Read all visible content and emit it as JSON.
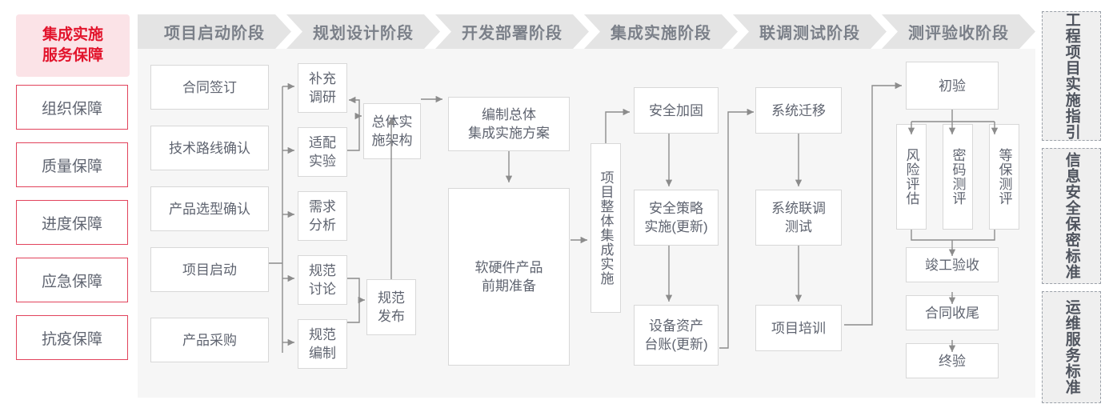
{
  "colors": {
    "accent_red": "#e2142c",
    "accent_red_border": "#e2435c",
    "pink_bg": "#fbe3e7",
    "stage_head_bg": "#e4e4e4",
    "stage_head_text": "#7b8089",
    "stage_body_bg": "#f6f6f6",
    "node_border": "#d8d8d8",
    "node_text": "#5f6470",
    "connector": "#8c8c8c",
    "std_border": "#9aa0a8",
    "std_bg": "#efefef"
  },
  "left_sidebar": {
    "title_lines": [
      "集成实施",
      "服务保障"
    ],
    "items": [
      {
        "label": "组织保障"
      },
      {
        "label": "质量保障"
      },
      {
        "label": "进度保障"
      },
      {
        "label": "应急保障"
      },
      {
        "label": "抗疫保障"
      }
    ]
  },
  "stages": [
    {
      "id": "stage-project-start",
      "header": "项目启动阶段",
      "nodes": [
        {
          "id": "contract-signing",
          "label": "合同签订"
        },
        {
          "id": "tech-route-confirm",
          "label": "技术路线确认"
        },
        {
          "id": "product-selection-confirm",
          "label": "产品选型确认"
        },
        {
          "id": "project-kickoff",
          "label": "项目启动"
        },
        {
          "id": "product-procurement",
          "label": "产品采购"
        }
      ]
    },
    {
      "id": "stage-planning-design",
      "header": "规划设计阶段",
      "nodes": [
        {
          "id": "supplementary-research",
          "label": "补充\n调研"
        },
        {
          "id": "adaptation-experiment",
          "label": "适配\n实验"
        },
        {
          "id": "requirement-analysis",
          "label": "需求\n分析"
        },
        {
          "id": "spec-discussion",
          "label": "规范\n讨论"
        },
        {
          "id": "spec-drafting",
          "label": "规范\n编制"
        },
        {
          "id": "overall-implementation-architecture",
          "label": "总体实\n施架构"
        },
        {
          "id": "spec-release",
          "label": "规范\n发布"
        }
      ]
    },
    {
      "id": "stage-dev-deploy",
      "header": "开发部署阶段",
      "nodes": [
        {
          "id": "compile-overall-integration-plan",
          "label": "编制总体\n集成实施方案"
        },
        {
          "id": "hw-sw-product-preparation",
          "label": "软硬件产品\n前期准备"
        }
      ]
    },
    {
      "id": "stage-integration-impl",
      "header": "集成实施阶段",
      "nodes": [
        {
          "id": "project-overall-integration",
          "label": "项目整体集成实施"
        },
        {
          "id": "security-hardening",
          "label": "安全加固"
        },
        {
          "id": "security-policy-impl",
          "label": "安全策略\n实施(更新)"
        },
        {
          "id": "equipment-asset-ledger",
          "label": "设备资产\n台账(更新)"
        }
      ]
    },
    {
      "id": "stage-joint-test",
      "header": "联调测试阶段",
      "nodes": [
        {
          "id": "system-migration",
          "label": "系统迁移"
        },
        {
          "id": "system-joint-test",
          "label": "系统联调\n测试"
        },
        {
          "id": "project-training",
          "label": "项目培训"
        }
      ]
    },
    {
      "id": "stage-evaluation-acceptance",
      "header": "测评验收阶段",
      "nodes": [
        {
          "id": "preliminary-acceptance",
          "label": "初验"
        },
        {
          "id": "risk-assessment",
          "label": "风险评估"
        },
        {
          "id": "crypto-evaluation",
          "label": "密码测评"
        },
        {
          "id": "grade-protection-evaluation",
          "label": "等保测评"
        },
        {
          "id": "completion-acceptance",
          "label": "竣工验收"
        },
        {
          "id": "contract-closeout",
          "label": "合同收尾"
        },
        {
          "id": "final-acceptance",
          "label": "终验"
        }
      ]
    }
  ],
  "right_sidebar": {
    "items": [
      {
        "id": "std-engineering-guide",
        "label": "工程项目实施指引"
      },
      {
        "id": "std-infosec-confidentiality",
        "label": "信息安全保密标准"
      },
      {
        "id": "std-ops-service",
        "label": "运维服务标准"
      }
    ]
  }
}
